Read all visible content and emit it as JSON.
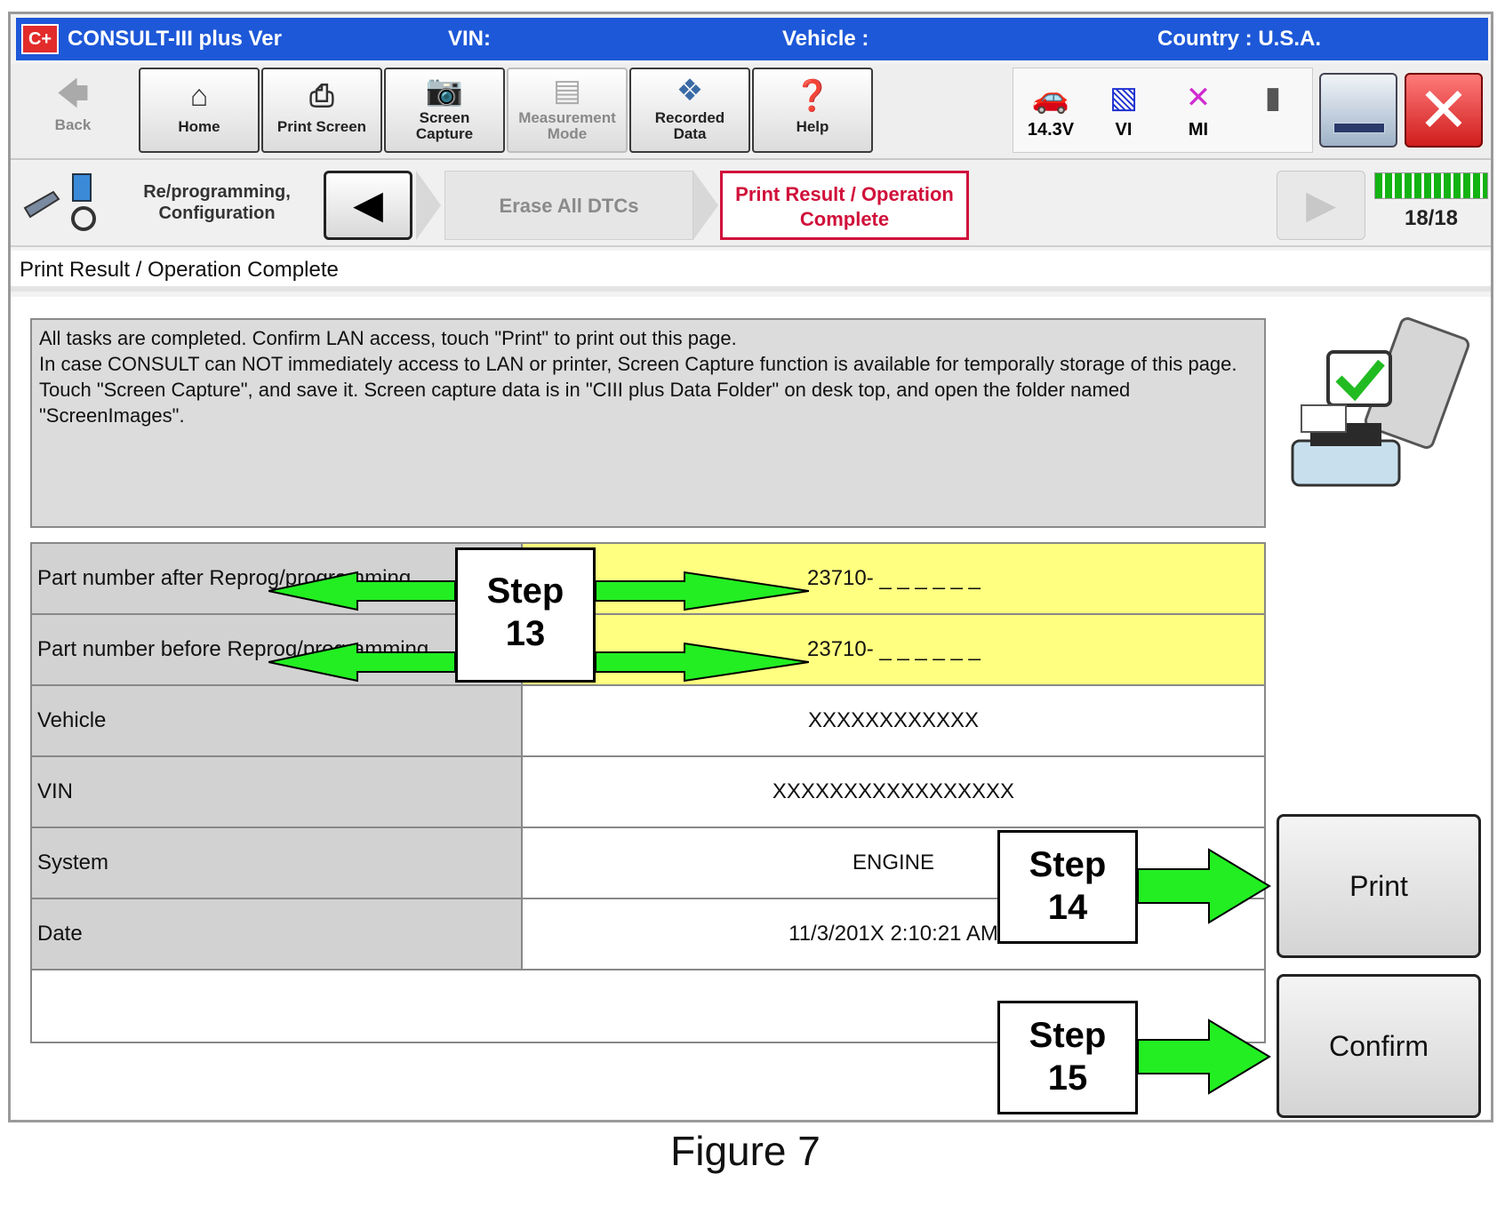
{
  "titlebar": {
    "logo": "C+",
    "app": "CONSULT-III plus  Ver",
    "vin": "VIN:",
    "vehicle": "Vehicle :",
    "country": "Country : U.S.A."
  },
  "toolbar": {
    "back": "Back",
    "home": "Home",
    "print_screen": "Print Screen",
    "screen_capture": "Screen Capture",
    "measurement_mode": "Measurement Mode",
    "recorded_data": "Recorded Data",
    "help": "Help"
  },
  "status": {
    "battery": "14.3V",
    "vi": "VI",
    "mi": "MI"
  },
  "breadcrumb": {
    "section": "Re/programming, Configuration",
    "prev_step": "Erase All DTCs",
    "current_step": "Print Result / Operation Complete",
    "progress_text": "18/18",
    "progress_fraction": 1.0
  },
  "page": {
    "title": "Print Result / Operation Complete"
  },
  "message": {
    "line1": "All tasks are completed. Confirm LAN access, touch \"Print\" to print out this page.",
    "line2": "In case CONSULT can NOT immediately access to LAN or printer, Screen Capture function is available for temporally storage of this page. Touch \"Screen Capture\", and save it. Screen capture data is in \"CIII plus Data Folder\" on desk top, and open the folder named \"ScreenImages\"."
  },
  "results": [
    {
      "label": "Part number after Reprog/programming",
      "value": "23710- _ _ _ _ _ _"
    },
    {
      "label": "Part number before Reprog/programming",
      "value": "23710- _ _ _ _ _ _"
    },
    {
      "label": "Vehicle",
      "value": "XXXXXXXXXXXX"
    },
    {
      "label": "VIN",
      "value": "XXXXXXXXXXXXXXXXX"
    },
    {
      "label": "System",
      "value": "ENGINE"
    },
    {
      "label": "Date",
      "value": "11/3/201X 2:10:21 AM"
    }
  ],
  "steps": {
    "s13": [
      "Step",
      "13"
    ],
    "s14": [
      "Step",
      "14"
    ],
    "s15": [
      "Step",
      "15"
    ]
  },
  "buttons": {
    "print": "Print",
    "confirm": "Confirm"
  },
  "caption": "Figure 7",
  "colors": {
    "title_bar": "#1d58d8",
    "highlight": "#ffff80",
    "arrow": "#22ee22",
    "crumb_active": "#d0103a"
  }
}
